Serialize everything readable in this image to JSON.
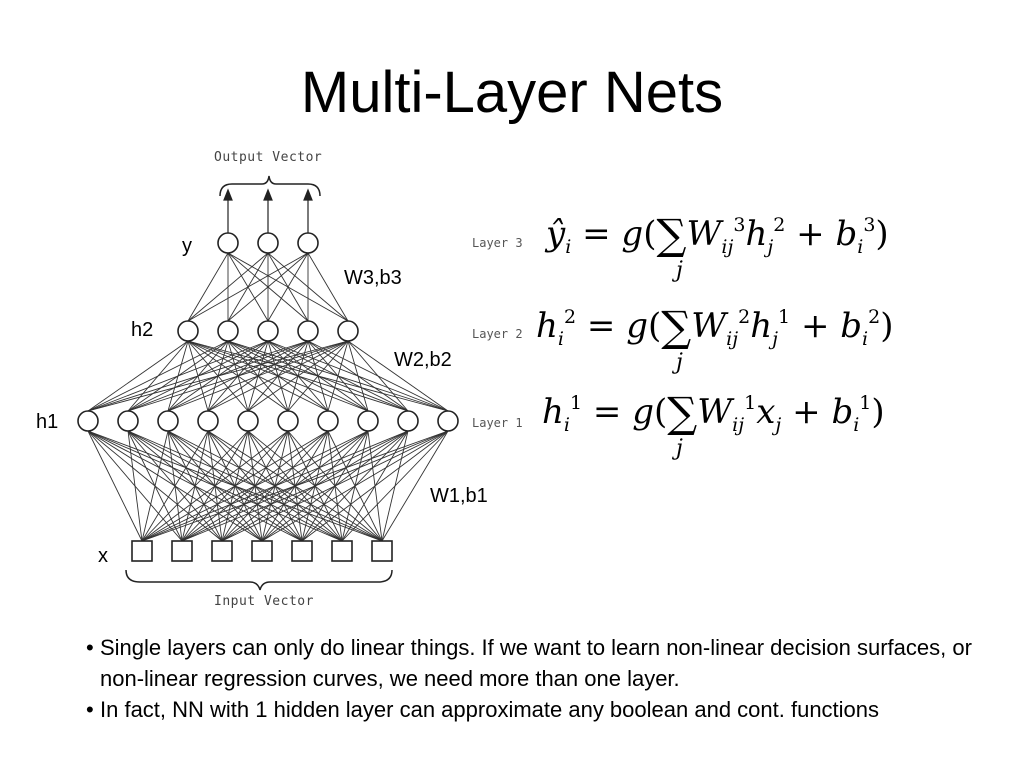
{
  "slide": {
    "title": "Multi-Layer Nets"
  },
  "diagram": {
    "output_caption": "Output Vector",
    "input_caption": "Input Vector",
    "node_labels": {
      "y": "y",
      "h2": "h2",
      "h1": "h1",
      "x": "x"
    },
    "weight_labels": {
      "w3": "W3,b3",
      "w2": "W2,b2",
      "w1": "W1,b1"
    },
    "layers": {
      "output": 3,
      "hidden2": 5,
      "hidden1": 10,
      "input": 7
    }
  },
  "equations": {
    "layer3": {
      "tag": "Layer 3",
      "lhs": "ŷ",
      "lhs_sub": "i",
      "w_sup": "3",
      "w_sub": "ij",
      "arg": "h",
      "arg_sup": "2",
      "arg_sub": "j",
      "b_sup": "3",
      "b_sub": "i",
      "sum_index": "j"
    },
    "layer2": {
      "tag": "Layer 2",
      "lhs": "h",
      "lhs_sup": "2",
      "lhs_sub": "i",
      "w_sup": "2",
      "w_sub": "ij",
      "arg": "h",
      "arg_sup": "1",
      "arg_sub": "j",
      "b_sup": "2",
      "b_sub": "i",
      "sum_index": "j"
    },
    "layer1": {
      "tag": "Layer 1",
      "lhs": "h",
      "lhs_sup": "1",
      "lhs_sub": "i",
      "w_sup": "1",
      "w_sub": "ij",
      "arg": "x",
      "arg_sub": "j",
      "b_sup": "1",
      "b_sub": "i",
      "sum_index": "j"
    },
    "symbols": {
      "eq": "=",
      "g": "g",
      "open": "(",
      "sigma": "∑",
      "W": "W",
      "plus": "+",
      "b": "b",
      "close": ")"
    }
  },
  "bullets": [
    "Single layers can only do linear things. If we want to learn non-linear decision surfaces, or non-linear regression curves, we need more than one layer.",
    "In fact, NN with 1 hidden layer can approximate any boolean and cont. functions"
  ],
  "bullet_char": "•"
}
